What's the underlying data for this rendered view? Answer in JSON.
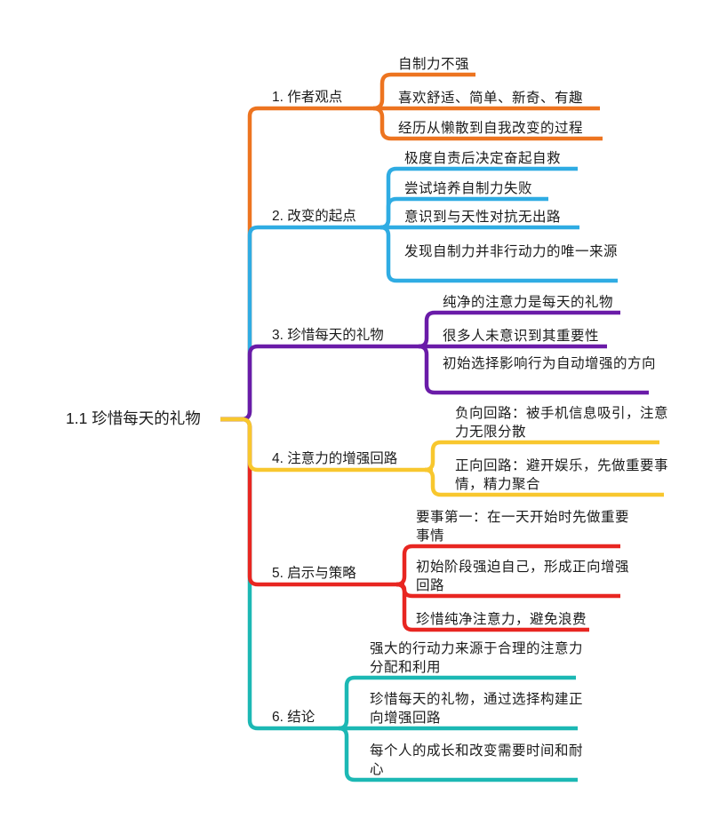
{
  "root": {
    "label": "1.1 珍惜每天的礼物"
  },
  "branches": [
    {
      "label": "1. 作者观点",
      "color": "#ED7420",
      "children": [
        "自制力不强",
        "喜欢舒适、简单、新奇、有趣",
        "经历从懒散到自我改变的过程"
      ]
    },
    {
      "label": "2. 改变的起点",
      "color": "#2FACE3",
      "children": [
        "极度自责后决定奋起自救",
        "尝试培养自制力失败",
        "意识到与天性对抗无出路",
        "发现自制力并非行动力的唯一来源"
      ]
    },
    {
      "label": "3. 珍惜每天的礼物",
      "color": "#6A1BA8",
      "children": [
        "纯净的注意力是每天的礼物",
        "很多人未意识到其重要性",
        "初始选择影响行为自动增强的方向"
      ]
    },
    {
      "label": "4. 注意力的增强回路",
      "color": "#F8C72E",
      "children": [
        "负向回路：被手机信息吸引，注意力无限分散",
        "正向回路：避开娱乐，先做重要事情，精力聚合"
      ]
    },
    {
      "label": "5. 启示与策略",
      "color": "#E82621",
      "children": [
        "要事第一：在一天开始时先做重要事情",
        "初始阶段强迫自己，形成正向增强回路",
        "珍惜纯净注意力，避免浪费"
      ]
    },
    {
      "label": "6. 结论",
      "color": "#1CB8B4",
      "children": [
        "强大的行动力来源于合理的注意力分配和利用",
        "珍惜每天的礼物，通过选择构建正向增强回路",
        "每个人的成长和改变需要时间和耐心"
      ]
    }
  ],
  "text_color": "#1b1b1b",
  "background_color": "#ffffff"
}
